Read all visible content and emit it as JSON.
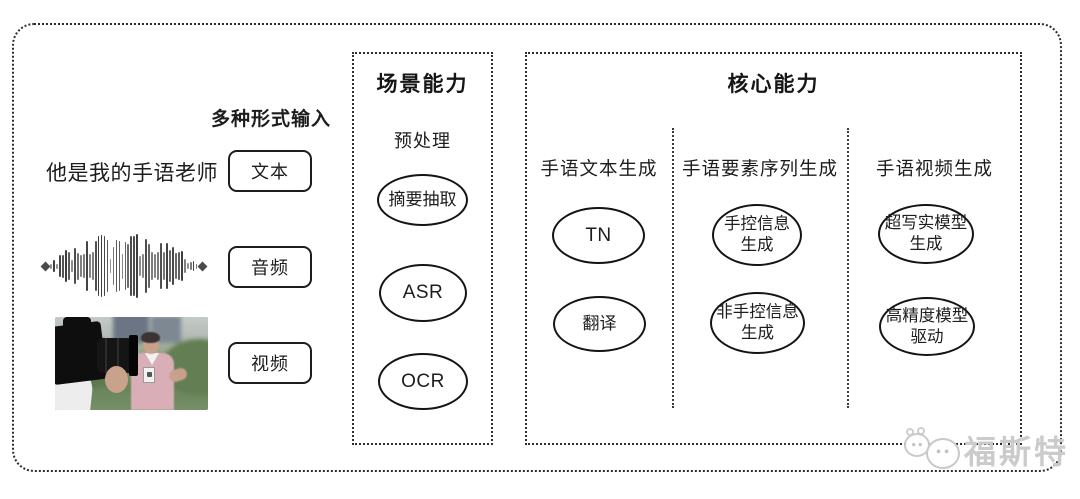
{
  "input_section": {
    "title": "多种形式输入",
    "sample_text": "他是我的手语老师",
    "items": [
      {
        "label": "文本"
      },
      {
        "label": "音频"
      },
      {
        "label": "视频"
      }
    ]
  },
  "scene_section": {
    "title": "场景能力",
    "subtitle": "预处理",
    "nodes": [
      {
        "label": "摘要抽取"
      },
      {
        "label": "ASR"
      },
      {
        "label": "OCR"
      }
    ]
  },
  "core_section": {
    "title": "核心能力",
    "columns": [
      {
        "header": "手语文本生成",
        "nodes": [
          {
            "line1": "TN"
          },
          {
            "line1": "翻译"
          }
        ]
      },
      {
        "header": "手语要素序列生成",
        "nodes": [
          {
            "line1": "手控信息",
            "line2": "生成"
          },
          {
            "line1": "非手控信息",
            "line2": "生成"
          }
        ]
      },
      {
        "header": "手语视频生成",
        "nodes": [
          {
            "line1": "超写实模型",
            "line2": "生成"
          },
          {
            "line1": "高精度模型",
            "line2": "驱动"
          }
        ]
      }
    ]
  },
  "watermark": {
    "text": "福斯特"
  },
  "colors": {
    "ink": "#1d1d1d",
    "frame_border": "#2e2e2e",
    "watermark": "#cbcbcb"
  }
}
